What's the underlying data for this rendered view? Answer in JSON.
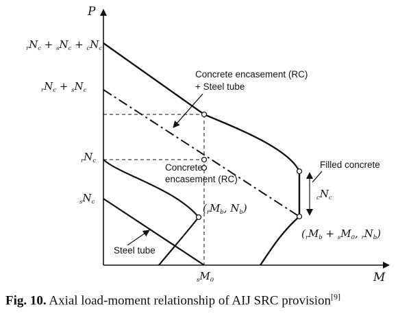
{
  "axes": {
    "x_label": "M",
    "y_label": "P"
  },
  "y_axis_labels": {
    "top": {
      "pre": "r",
      "base": "N",
      "sub": "c",
      "plus1": " + ",
      "pre2": "s",
      "base2": "N",
      "sub2": "c",
      "plus2": " + ",
      "pre3": "c",
      "base3": "N",
      "sub3": "c"
    },
    "second": {
      "pre": "r",
      "base": "N",
      "sub": "c",
      "plus": " + ",
      "pre2": "s",
      "base2": "N",
      "sub2": "c"
    },
    "rc": {
      "pre": "r",
      "base": "N",
      "sub": "c"
    },
    "steel": {
      "pre": "s",
      "base": "N",
      "sub": "c"
    }
  },
  "x_axis_labels": {
    "m0": {
      "pre": "s",
      "base": "M",
      "sub": "0"
    }
  },
  "annotations": {
    "combined_line1": "Concrete encasement (RC)",
    "combined_line2": "+ Steel tube",
    "rc_line1": "Concrete",
    "rc_line2": "encasement (RC)",
    "filled": "Filled concrete",
    "steel": "Steel tube",
    "filled_dim": {
      "pre": "c",
      "base": "N",
      "sub": "c"
    }
  },
  "points": {
    "balance": {
      "open": "(",
      "pre": "r",
      "base": "M",
      "sub": "b",
      "sep": ", ",
      "base2": "N",
      "sub2": "b",
      "close": ")"
    },
    "combined": {
      "open": "(",
      "pre": "r",
      "base": "M",
      "sub": "b",
      "plus": " + ",
      "pre2": "s",
      "base2": "M",
      "sub2": "0",
      "sep": ", ",
      "pre3": "r",
      "base3": "N",
      "sub3": "b",
      "close": ")"
    }
  },
  "caption": {
    "fig": "Fig. 10.",
    "text": " Axial load-moment relationship of AIJ SRC provision",
    "ref": "[9]"
  }
}
